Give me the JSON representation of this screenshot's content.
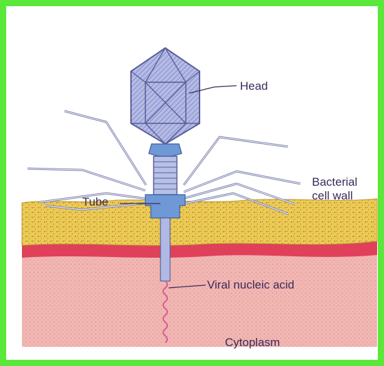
{
  "colors": {
    "frame": "#5ae83a",
    "cytoplasm": "#f1b6b2",
    "membrane": "#e0405a",
    "cell_wall": "#eccb55",
    "phage_body": "#a9b3e0",
    "phage_outline": "#5a5f9a",
    "collar": "#6e98d6",
    "nucleic_acid": "#d85a92"
  },
  "labels": {
    "head": "Head",
    "bacterial": "Bacterial",
    "cell_wall": "cell wall",
    "tube": "Tube",
    "nucleic_acid": "Viral nucleic acid",
    "cytoplasm": "Cytoplasm"
  }
}
